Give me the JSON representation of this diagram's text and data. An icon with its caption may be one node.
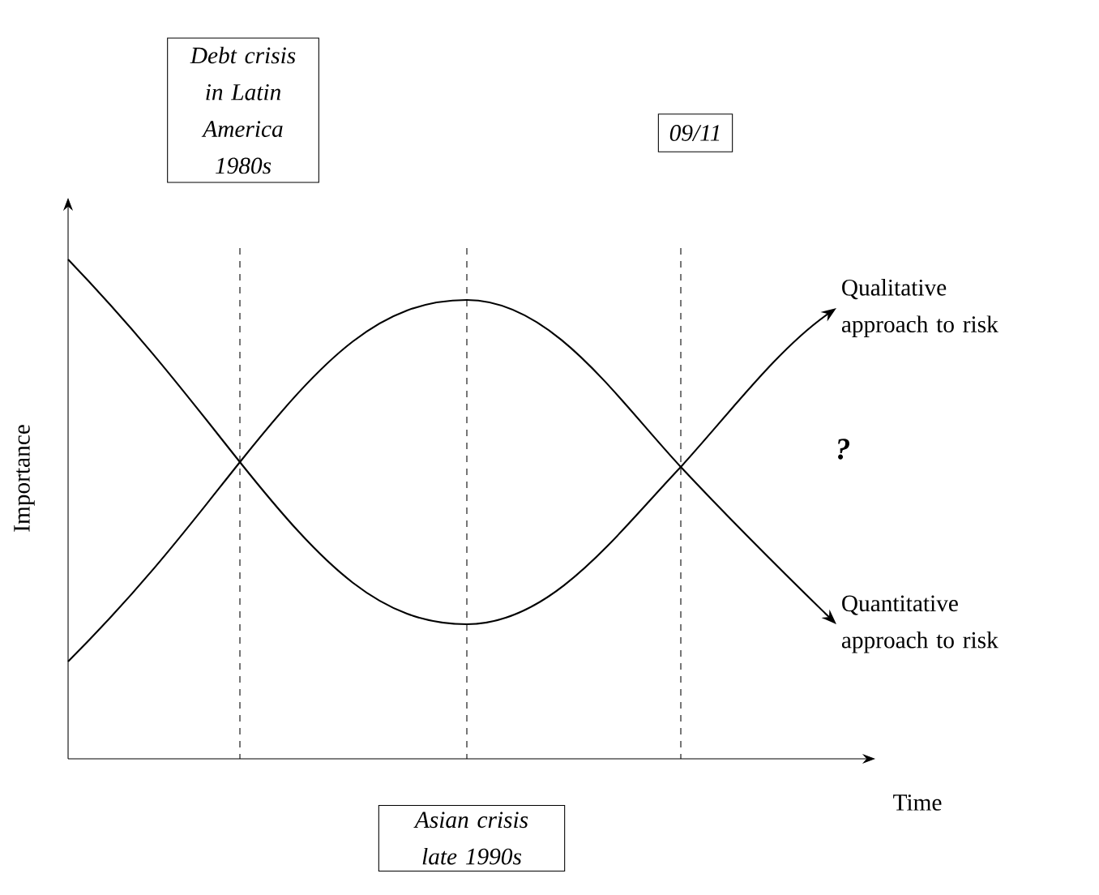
{
  "diagram": {
    "nodes": [
      {
        "text": [
          "Debt crisis in Latin America 1980s"
        ]
      },
      {
        "text": [
          "09/11"
        ]
      },
      {
        "text": [
          "Asian crisis late 1990s"
        ]
      },
      {
        "text": [
          "Qualitative approach to risk"
        ]
      },
      {
        "text": [
          "Quantitative approach to risk"
        ]
      }
    ],
    "edges": [
      {
        "from": null,
        "to": 3,
        "arrow": "to"
      },
      {
        "from": null,
        "to": 4,
        "arrow": "to"
      }
    ],
    "labels": [
      "Importance",
      "Time",
      "?"
    ]
  }
}
